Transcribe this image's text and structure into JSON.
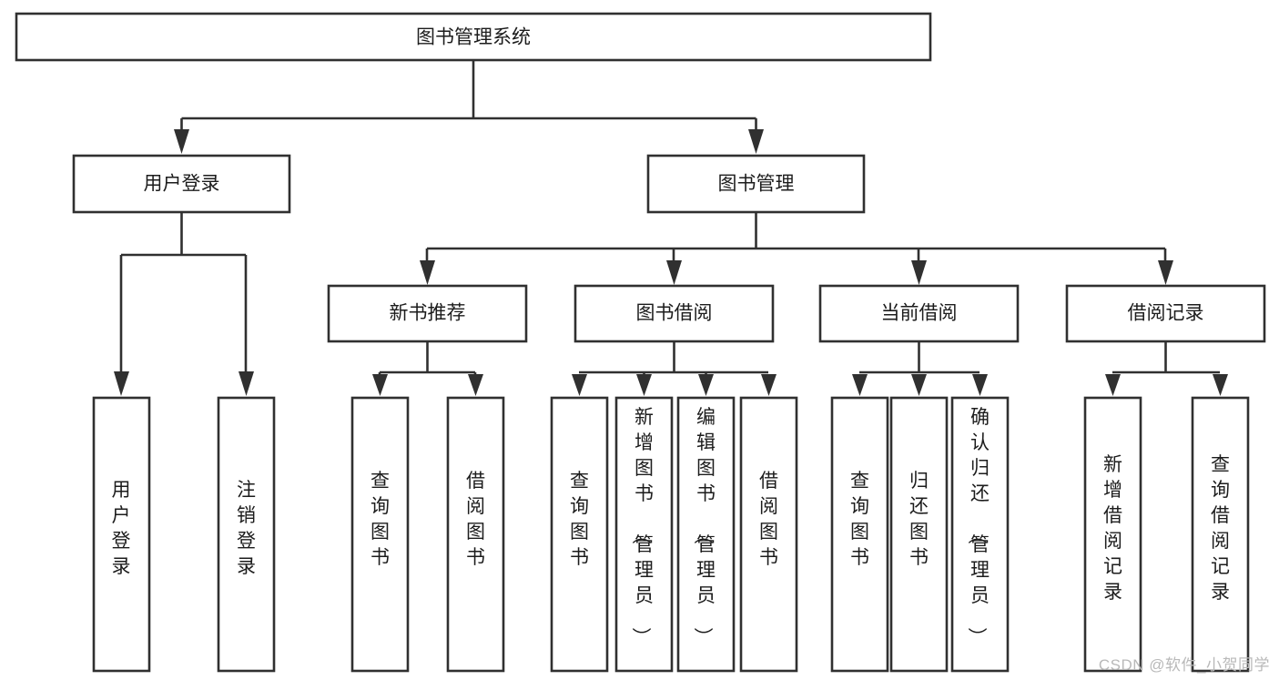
{
  "diagram": {
    "type": "tree",
    "title": "图书管理系统",
    "orientation": "top-down",
    "colors": {
      "box_stroke": "#303030",
      "box_fill": "#ffffff",
      "connector": "#303030",
      "text": "#1c1c1c",
      "watermark": "#b9b9b9"
    },
    "levels": {
      "root": {
        "label": "图书管理系统",
        "orientation": "horizontal"
      },
      "level1": [
        {
          "id": "user-login",
          "label": "用户登录",
          "orientation": "horizontal"
        },
        {
          "id": "book-management",
          "label": "图书管理",
          "orientation": "horizontal"
        }
      ],
      "level2": [
        {
          "id": "new-book-recommend",
          "label": "新书推荐",
          "orientation": "horizontal",
          "parent": "book-management"
        },
        {
          "id": "book-borrow",
          "label": "图书借阅",
          "orientation": "horizontal",
          "parent": "book-management"
        },
        {
          "id": "current-borrow",
          "label": "当前借阅",
          "orientation": "horizontal",
          "parent": "book-management"
        },
        {
          "id": "borrow-record",
          "label": "借阅记录",
          "orientation": "horizontal",
          "parent": "book-management"
        }
      ],
      "leaves": [
        {
          "id": "leaf-user-login",
          "label": "用户登录",
          "orientation": "vertical",
          "parent": "user-login"
        },
        {
          "id": "leaf-user-logout",
          "label": "注销登录",
          "orientation": "vertical",
          "parent": "user-login"
        },
        {
          "id": "leaf-query-book-1",
          "label": "查询图书",
          "orientation": "vertical",
          "parent": "new-book-recommend"
        },
        {
          "id": "leaf-borrow-book-1",
          "label": "借阅图书",
          "orientation": "vertical",
          "parent": "new-book-recommend"
        },
        {
          "id": "leaf-query-book-2",
          "label": "查询图书",
          "orientation": "vertical",
          "parent": "book-borrow"
        },
        {
          "id": "leaf-add-book",
          "label": "新增图书（管理员）",
          "orientation": "vertical",
          "parent": "book-borrow"
        },
        {
          "id": "leaf-edit-book",
          "label": "编辑图书（管理员）",
          "orientation": "vertical",
          "parent": "book-borrow"
        },
        {
          "id": "leaf-borrow-book-2",
          "label": "借阅图书",
          "orientation": "vertical",
          "parent": "book-borrow"
        },
        {
          "id": "leaf-query-book-3",
          "label": "查询图书",
          "orientation": "vertical",
          "parent": "current-borrow"
        },
        {
          "id": "leaf-return-book",
          "label": "归还图书",
          "orientation": "vertical",
          "parent": "current-borrow"
        },
        {
          "id": "leaf-confirm-return",
          "label": "确认归还（管理员）",
          "orientation": "vertical",
          "parent": "current-borrow"
        },
        {
          "id": "leaf-add-record",
          "label": "新增借阅记录",
          "orientation": "vertical",
          "parent": "borrow-record"
        },
        {
          "id": "leaf-query-record",
          "label": "查询借阅记录",
          "orientation": "vertical",
          "parent": "borrow-record"
        }
      ]
    },
    "watermark": "CSDN @软件_小贺同学"
  }
}
